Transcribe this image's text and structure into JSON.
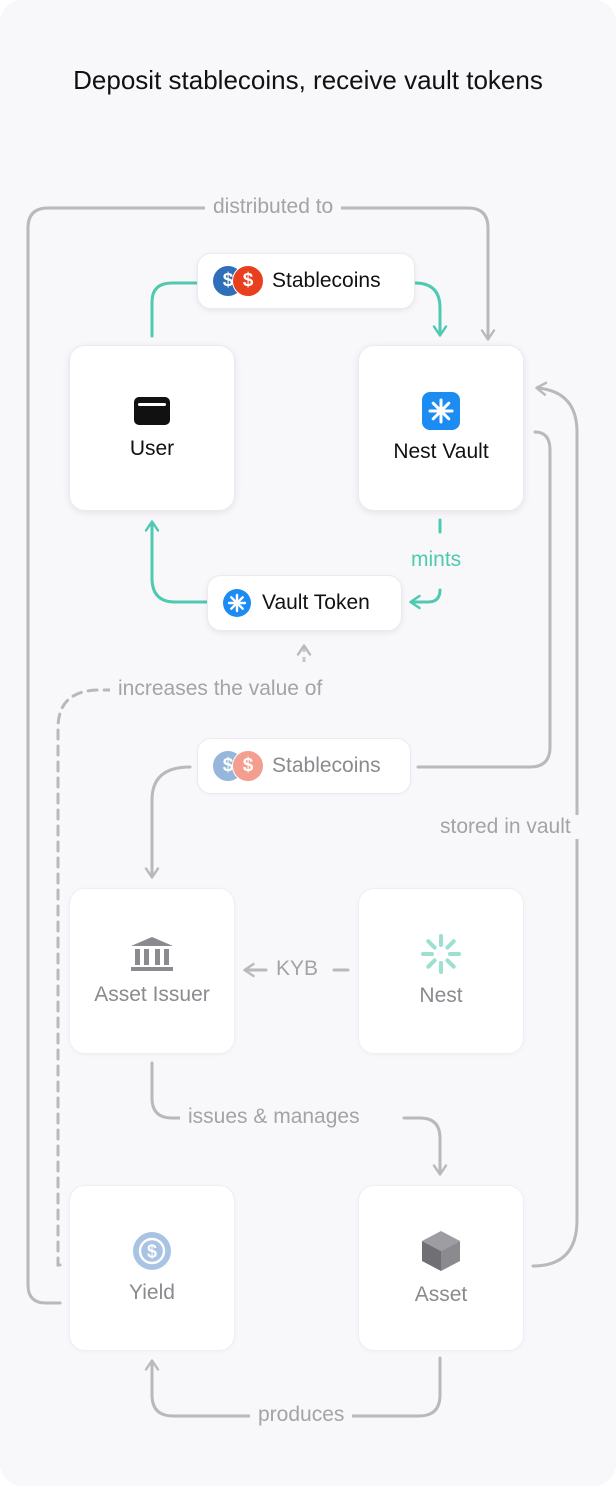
{
  "title": "Deposit stablecoins, receive vault tokens",
  "nodes": {
    "user": "User",
    "nest_vault": "Nest Vault",
    "asset_issuer": "Asset Issuer",
    "nest": "Nest",
    "yield": "Yield",
    "asset": "Asset"
  },
  "pills": {
    "stablecoins_top": "Stablecoins",
    "vault_token": "Vault Token",
    "stablecoins_bottom": "Stablecoins"
  },
  "edges": {
    "distributed_to": "distributed to",
    "mints": "mints",
    "increases_value": "increases the value of",
    "stored_in_vault": "stored in vault",
    "kyb": "KYB",
    "issues_manages": "issues & manages",
    "produces": "produces"
  },
  "colors": {
    "teal": "#4fc9b0",
    "gray_line": "#b9b9bd",
    "vault_blue": "#1c8cf2",
    "usdc_blue": "#2f6fba",
    "usd_red": "#e8401f"
  },
  "icons": {
    "user": "wallet-icon",
    "nest_vault": "sparkle-icon",
    "asset_issuer": "bank-icon",
    "nest": "nest-logo-icon",
    "yield": "dollar-coin-icon",
    "asset": "cube-icon"
  }
}
